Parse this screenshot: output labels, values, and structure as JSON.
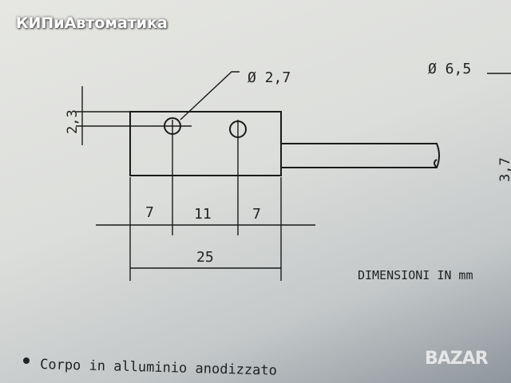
{
  "watermark": "КИПиАвтоматика",
  "logo": "BAZAR",
  "drawing": {
    "hole_diameter": "Ø 2,7",
    "cable_diameter": "Ø 6,5",
    "hole_offset": "2,3",
    "dim_left": "7",
    "dim_middle": "11",
    "dim_right": "7",
    "dim_total": "25",
    "cable_height": "3,7",
    "units_note": "DIMENSIONI IN mm"
  },
  "bullets": [
    "Corpo in alluminio anodizzato"
  ]
}
